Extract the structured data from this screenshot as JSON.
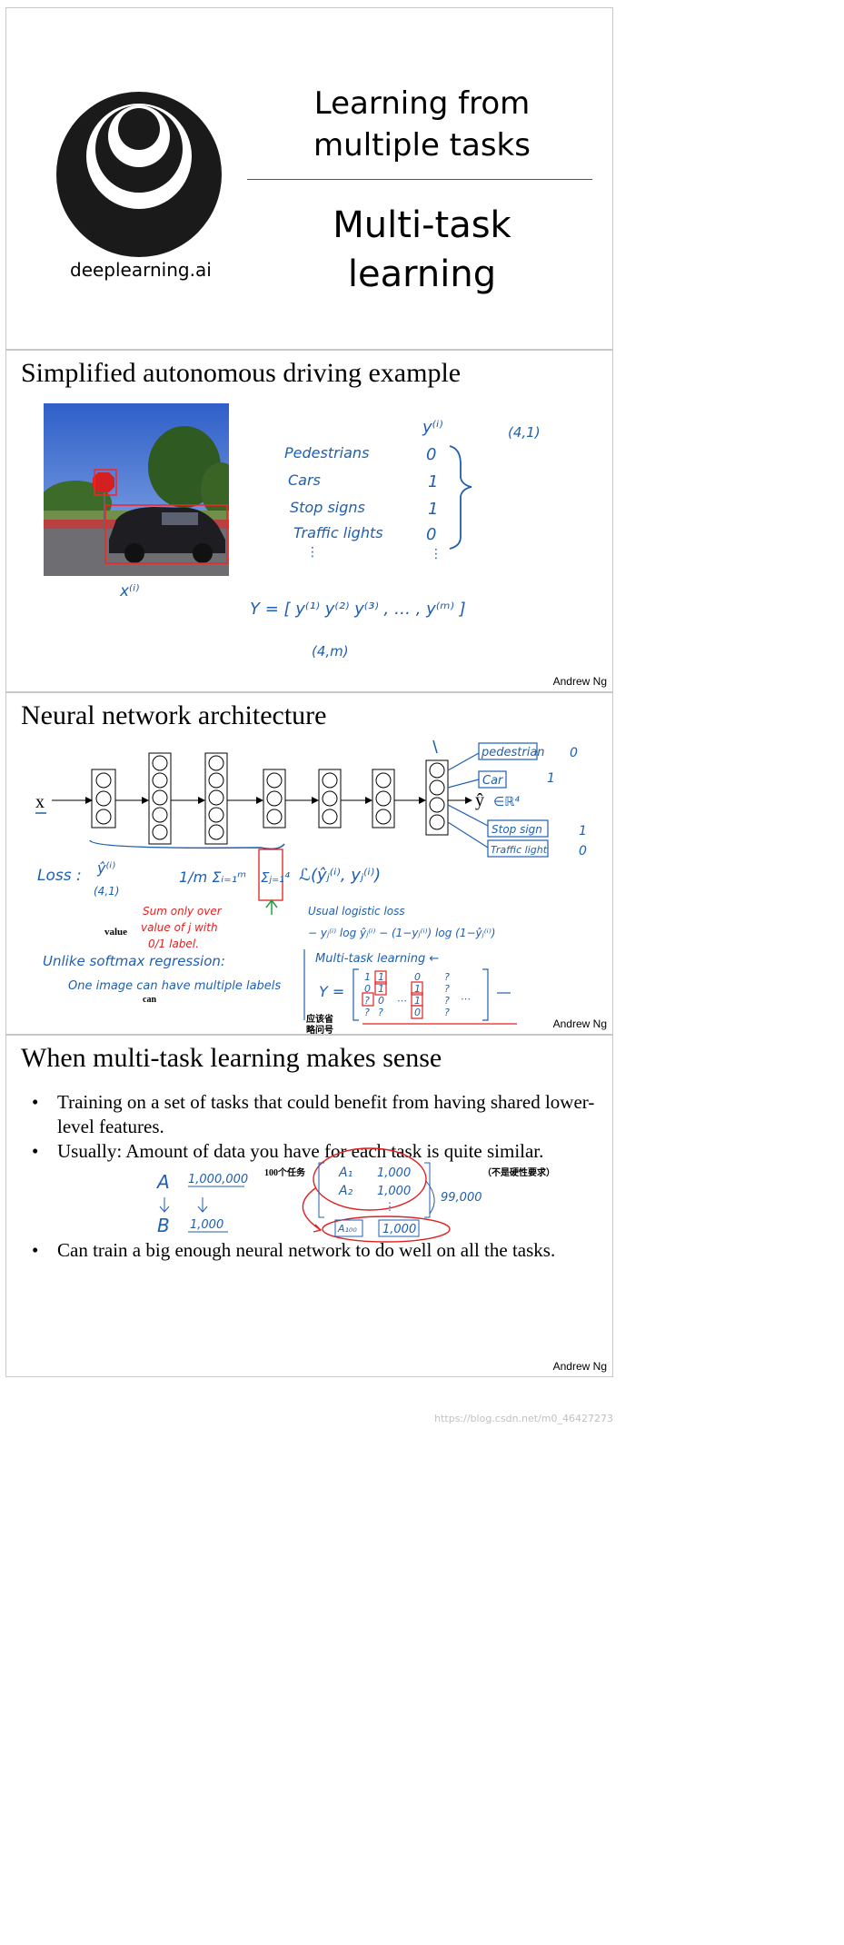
{
  "slide1": {
    "brand": "deeplearning.ai",
    "title": "Learning from multiple tasks",
    "title_line1": "Learning from",
    "title_line2": "multiple tasks",
    "subtitle_line1": "Multi-task",
    "subtitle_line2": "learning"
  },
  "slide2": {
    "title": "Simplified autonomous driving example",
    "footer": "Andrew Ng",
    "photo_label": "stop sign and car scene",
    "notes": {
      "xi": "x⁽ⁱ⁾",
      "yi": "y⁽ⁱ⁾",
      "dim_y": "(4,1)",
      "labels": [
        "Pedestrians",
        "Cars",
        "Stop signs",
        "Traffic lights",
        "⋮"
      ],
      "values": [
        "0",
        "1",
        "1",
        "0",
        "⋮"
      ],
      "Y_matrix": "Y = [ y⁽¹⁾  y⁽²⁾  y⁽³⁾ , … , y⁽ᵐ⁾ ]",
      "dim_Y": "(4,m)"
    }
  },
  "slide3": {
    "title": "Neural network architecture",
    "footer": "Andrew Ng",
    "input_label": "x",
    "output_label": "ŷ",
    "output_dim": "∈ℝ⁴",
    "outputs": [
      {
        "label": "pedestrian",
        "value": "0"
      },
      {
        "label": "Car",
        "value": "1"
      },
      {
        "label": "Stop sign",
        "value": "1"
      },
      {
        "label": "Traffic light",
        "value": "0"
      }
    ],
    "notes": {
      "loss": "Loss :",
      "yhat": "ŷ⁽ⁱ⁾",
      "yhat_dim": "(4,1)",
      "sum_outer": "1/m Σᵢ₌₁ᵐ",
      "sum_inner": "Σⱼ₌₁⁴",
      "L_term": "ℒ(ŷⱼ⁽ⁱ⁾, yⱼ⁽ⁱ⁾)",
      "sum_only": "Sum only over",
      "value_word": "value",
      "value_of_j": "value of j with",
      "label01": "0/1 label.",
      "usual": "Usual logistic loss",
      "logistic": "− yⱼ⁽ⁱ⁾ log ŷⱼ⁽ⁱ⁾ − (1−yⱼ⁽ⁱ⁾) log (1−ŷⱼ⁽ⁱ⁾)",
      "unlike": "Unlike softmax regression:",
      "one_image": "One image can have multiple labels",
      "can_word": "can",
      "multitask": "Multi-task learning ←",
      "Y_label": "Y =",
      "chinese_note_1": "应该省",
      "chinese_note_2": "略问号"
    }
  },
  "slide4": {
    "title": "When multi-task learning makes sense",
    "footer": "Andrew Ng",
    "bullets": [
      "Training on a set of tasks that could benefit from having shared lower-level features.",
      "Usually: Amount of data you have for each task is quite similar.",
      "Can train a big enough neural network to do well on all the tasks."
    ],
    "notes": {
      "A": "A",
      "B": "B",
      "a_amount": "1,000,000",
      "b_amount": "1,000",
      "tasks100": "100个任务",
      "not_hard": "（不是硬性要求）",
      "A1": "A₁",
      "A2": "A₂",
      "A100": "A₁₀₀",
      "amt": "1,000",
      "total": "99,000"
    }
  },
  "watermark": "https://blog.csdn.net/m0_46427273",
  "colors": {
    "ink_blue": "#1f5fb0",
    "ink_red": "#e02020",
    "border": "#c8c8c8"
  }
}
